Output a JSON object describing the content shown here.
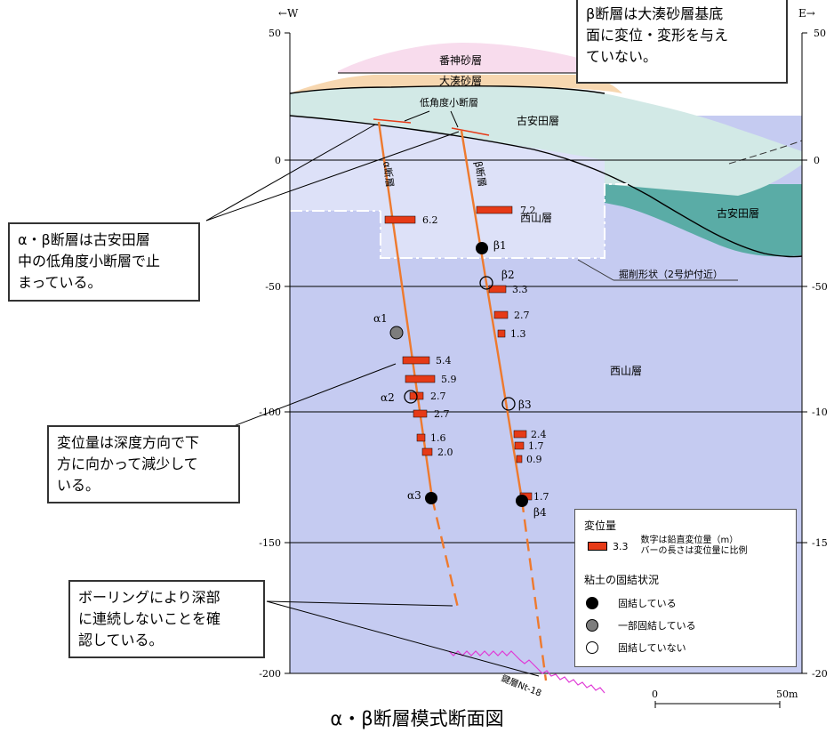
{
  "direction": {
    "west": "←W",
    "east": "E→"
  },
  "depth_ticks_left": [
    "50",
    "0",
    "-50",
    "-100",
    "-150",
    "-200"
  ],
  "depth_ticks_right": [
    "50",
    "0",
    "-50",
    "-10",
    "-15",
    "-20"
  ],
  "layers": {
    "banjin": "番神砂層",
    "ominato": "大湊砂層",
    "koyasuda_top": "古安田層",
    "koyasuda_right": "古安田層",
    "nishiyama_upper": "西山層",
    "nishiyama_lower": "西山層",
    "key_bed": "鍵層Nt-18"
  },
  "low_angle_fault": "低角度小断層",
  "excavation": "掘削形状（2号炉付近）",
  "alpha_fault": "α断層",
  "beta_fault": "β断層",
  "alpha_displacements": [
    "6.2",
    "5.4",
    "5.9",
    "2.7",
    "2.7",
    "1.6",
    "2.0"
  ],
  "beta_displacements": [
    "7.2",
    "3.3",
    "2.7",
    "1.3",
    "2.4",
    "1.7",
    "0.9",
    "1.7"
  ],
  "samples": {
    "a1": "α1",
    "a2": "α2",
    "a3": "α3",
    "b1": "β1",
    "b2": "β2",
    "b3": "β3",
    "b4": "β4"
  },
  "callouts": {
    "top_right": [
      "β断層は大湊砂層基底",
      "面に変位・変形を与え",
      "ていない。"
    ],
    "left_1": [
      "α・β断層は古安田層",
      "中の低角度小断層で止",
      "まっている。"
    ],
    "left_2": [
      "変位量は深度方向で下",
      "方に向かって減少して",
      "いる。"
    ],
    "left_3": [
      "ボーリングにより深部",
      "に連続しないことを確",
      "認している。"
    ]
  },
  "legend": {
    "title": "変位量",
    "sample_value": "3.3",
    "note1": "数字は鉛直変位量（m）",
    "note2": "バーの長さは変位量に比例",
    "clay_title": "粘土の固結状況",
    "solid": "固結している",
    "partial": "一部固結している",
    "none": "固結していない"
  },
  "scale": {
    "zero": "0",
    "end": "50m"
  },
  "caption": "α・β断層模式断面図",
  "colors": {
    "nishiyama": "#c5cbf1",
    "nishiyama_upper": "#dde1f8",
    "koyasuda": "#d2e9e6",
    "koyasuda_dark": "#4ea89d",
    "ominato": "#f7d7b0",
    "banjin": "#f8dced",
    "fault": "#ee7a2e",
    "bar": "#e63a17",
    "gray_dot": "#7d7d7d"
  }
}
